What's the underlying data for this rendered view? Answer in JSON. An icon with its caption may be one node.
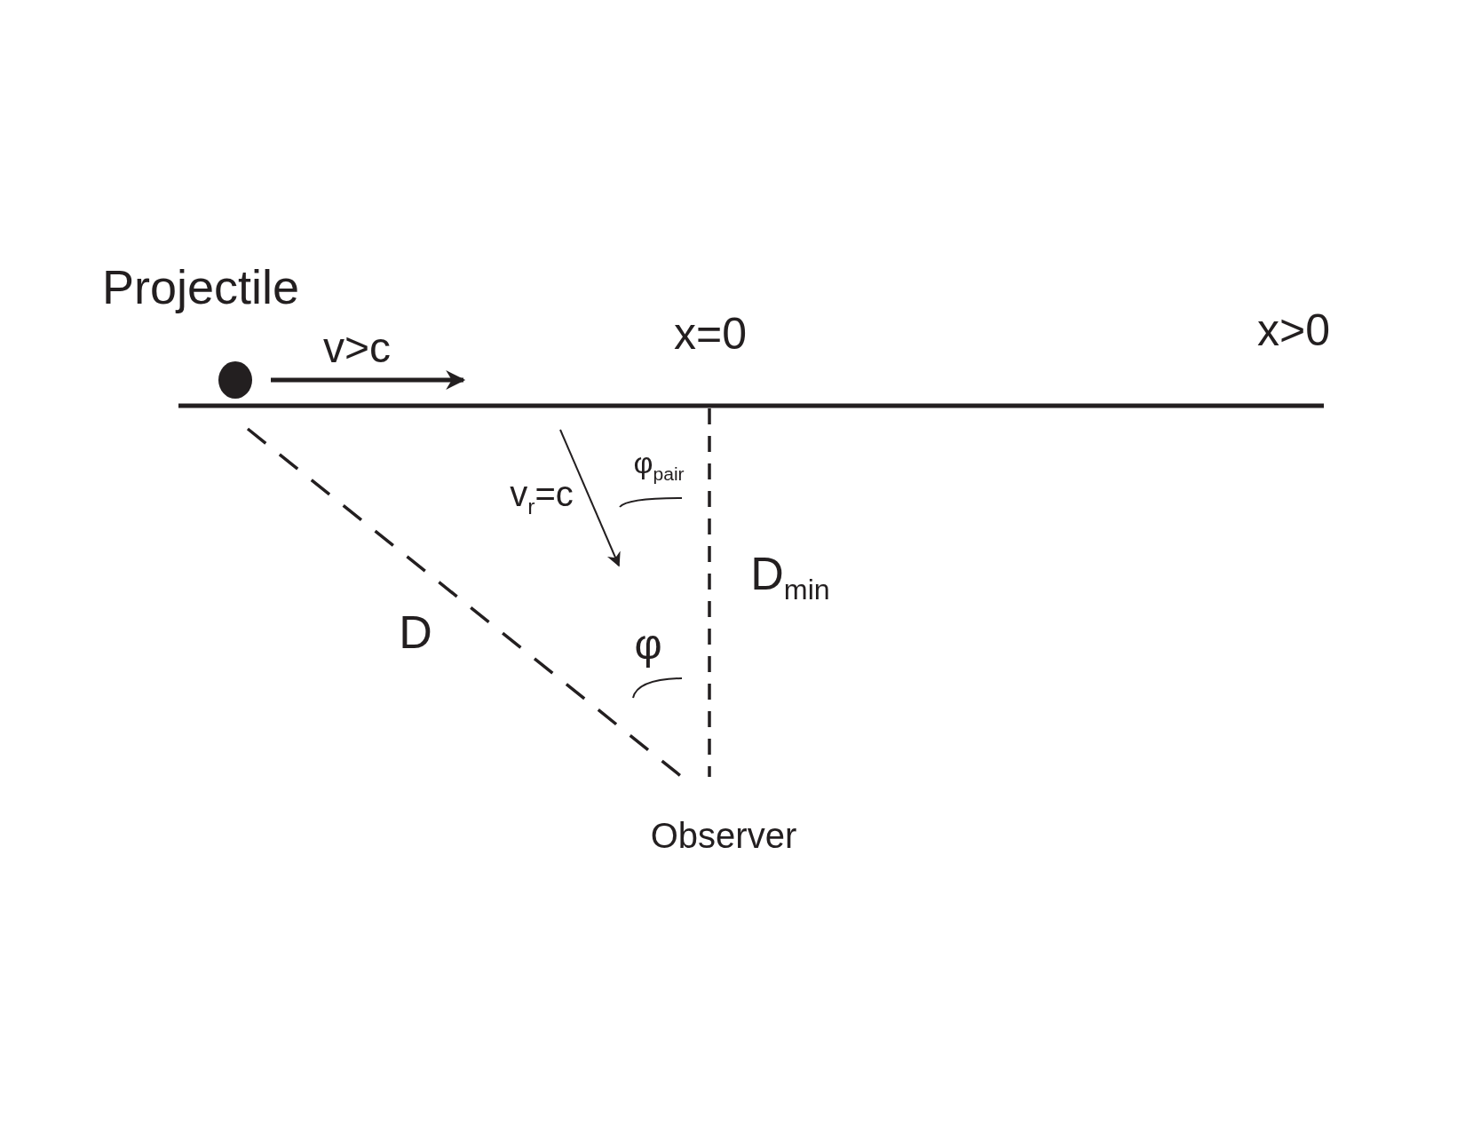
{
  "diagram": {
    "nodes": [
      {
        "text": [],
        "shape": "circle",
        "beside": [
          "Projectile"
        ]
      }
    ],
    "labels": [
      "v>c",
      "x=0",
      "x>0",
      "φ$_{pair}$",
      "v$_{r}$=c",
      "D$_{min}$",
      "D",
      "φ",
      "Observer"
    ]
  }
}
